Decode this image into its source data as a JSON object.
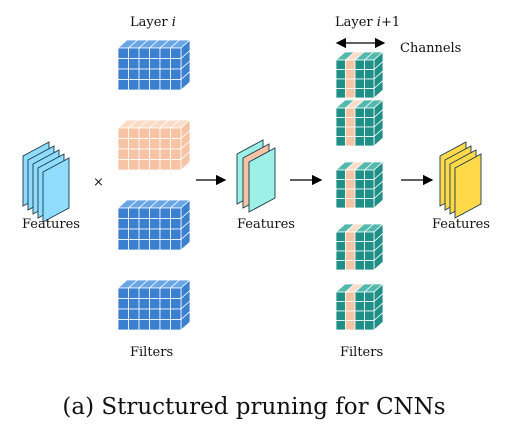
{
  "labels": {
    "layer_i": {
      "prefix": "Layer ",
      "var": "i",
      "suffix": ""
    },
    "layer_i1": {
      "prefix": "Layer ",
      "var": "i",
      "suffix": "+1"
    },
    "channels": "Channels",
    "features_in": "Features",
    "features_mid": "Features",
    "features_out": "Features",
    "filters_left": "Filters",
    "filters_right": "Filters",
    "multiply": "×"
  },
  "caption": "(a) Structured pruning for CNNs",
  "colors": {
    "blue_cube": "#3a7fd0",
    "blue_cube_top": "#6aa5e6",
    "pruned_cube": "#f6c3a4",
    "pruned_cube_top": "#fbdcc7",
    "teal_cube": "#1f8f87",
    "teal_cube_top": "#53b8ae",
    "teal_pruned_channel": "#f6c3a4",
    "input_feature": "#8fdcff",
    "mid_feature_teal": "#9ef0e6",
    "mid_feature_peach": "#f6c3a4",
    "output_feature": "#ffd94a"
  },
  "structure": {
    "layer_i_filters": [
      {
        "state": "kept"
      },
      {
        "state": "pruned"
      },
      {
        "state": "kept"
      },
      {
        "state": "kept"
      }
    ],
    "layer_i1_filters": 5,
    "layer_i1_pruned_channel_index": 1
  }
}
